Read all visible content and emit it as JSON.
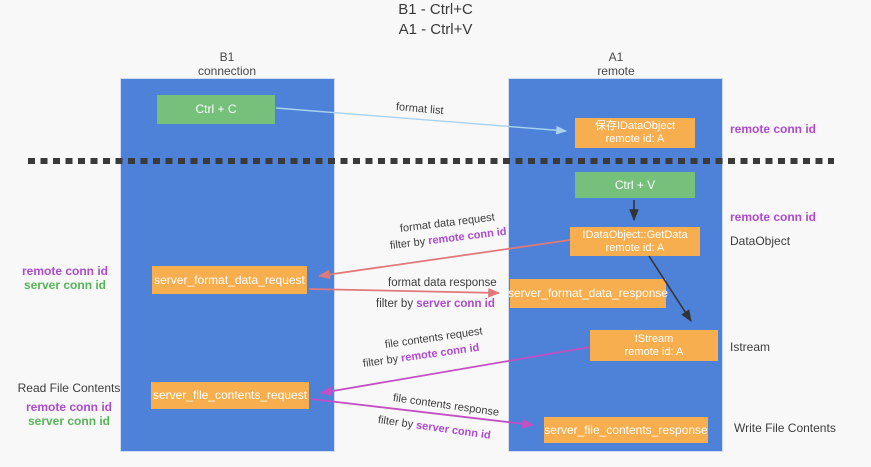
{
  "title": {
    "line1": "B1 - Ctrl+C",
    "line2": "A1 - Ctrl+V"
  },
  "lifelines": {
    "left": {
      "name": "B1",
      "subtitle": "connection"
    },
    "right": {
      "name": "A1",
      "subtitle": "remote"
    }
  },
  "nodes": {
    "ctrl_c": {
      "label": "Ctrl + C"
    },
    "save_dataobject": {
      "line1": "保存IDataObject",
      "line2": "remote id: A"
    },
    "ctrl_v": {
      "label": "Ctrl + V"
    },
    "getdata": {
      "line1": "IDataObject::GetData",
      "line2": "remote id: A"
    },
    "format_request": {
      "label": "server_format_data_request"
    },
    "format_response": {
      "label": "server_format_data_response"
    },
    "istream": {
      "line1": "IStream",
      "line2": "remote id: A"
    },
    "file_request": {
      "label": "server_file_contents_request"
    },
    "file_response": {
      "label": "server_file_contents_response"
    }
  },
  "messages": {
    "format_list": "format list",
    "format_data_request": "format data request",
    "format_data_response": "format data response",
    "file_contents_request": "file contents request",
    "file_contents_response": "file contents response",
    "filter_by": "filter by ",
    "remote_conn_id": "remote conn id",
    "server_conn_id": "server conn id"
  },
  "annotations": {
    "right_remote_conn_id_top": "remote conn id",
    "right_remote_conn_id_mid": "remote conn id",
    "dataobject": "DataObject",
    "istream": "Istream",
    "write_file_contents": "Write File Contents",
    "left_remote_conn_id_1": "remote conn id",
    "left_server_conn_id_1": "server conn id",
    "read_file_contents": "Read File Contents",
    "left_remote_conn_id_2": "remote conn id",
    "left_server_conn_id_2": "server conn id"
  },
  "colors": {
    "column_blue": "#4e82d8",
    "box_green": "#75c17c",
    "box_orange": "#f7ae4e",
    "arrow_lightblue": "#a8d2f0",
    "arrow_black": "#333333",
    "arrow_salmon": "#e07a7a",
    "arrow_magenta": "#c44fc4",
    "text_purple": "#ae4bce",
    "text_green": "#56b556",
    "dashed_divider": "#3a3a3a"
  }
}
